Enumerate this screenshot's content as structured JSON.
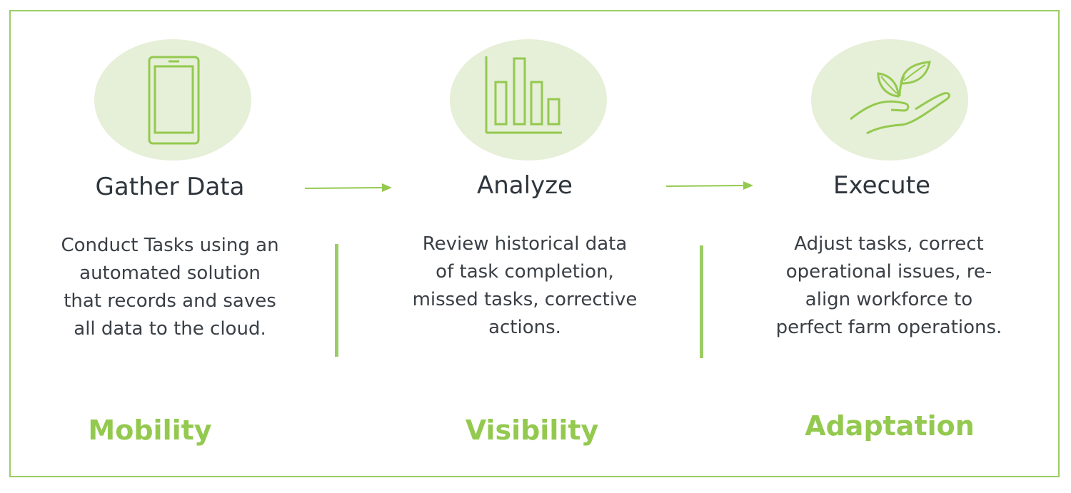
{
  "colors": {
    "accent": "#94c94f",
    "frame": "#9ccc65",
    "circle_fill": "#e6efd7",
    "text": "#2e353d"
  },
  "steps": [
    {
      "icon": "tablet-icon",
      "title": "Gather Data",
      "description": [
        "Conduct Tasks using an",
        "automated solution",
        "that records and saves",
        "all data to the cloud."
      ],
      "label": "Mobility"
    },
    {
      "icon": "bar-chart-icon",
      "title": "Analyze",
      "description": [
        "Review historical data",
        "of task completion,",
        "missed tasks, corrective",
        "actions."
      ],
      "label": "Visibility"
    },
    {
      "icon": "plant-in-hand-icon",
      "title": "Execute",
      "description": [
        "Adjust tasks, correct",
        "operational issues, re-",
        "align workforce to",
        "perfect farm operations."
      ],
      "label": "Adaptation"
    }
  ]
}
